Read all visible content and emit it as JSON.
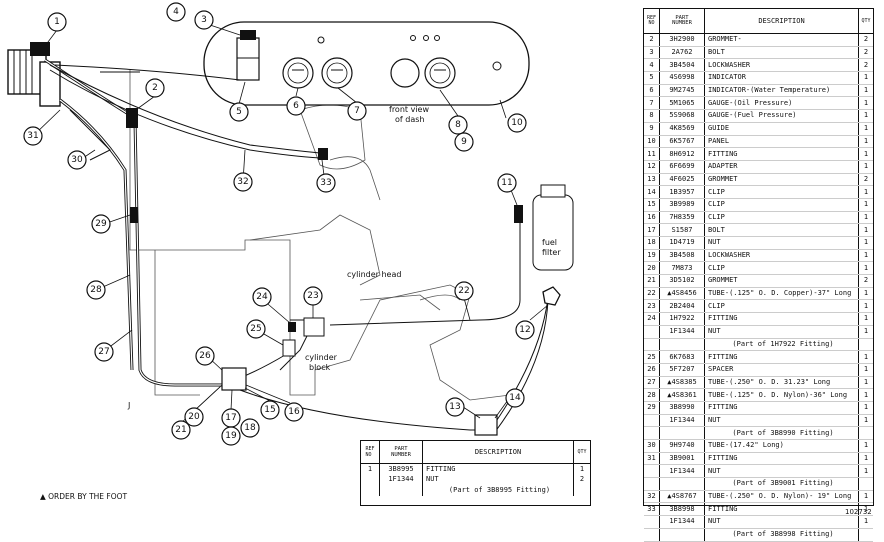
{
  "callouts": [
    "1",
    "2",
    "3",
    "4",
    "5",
    "6",
    "7",
    "8",
    "9",
    "10",
    "11",
    "12",
    "13",
    "14",
    "15",
    "16",
    "17",
    "18",
    "19",
    "20",
    "21",
    "22",
    "23",
    "24",
    "25",
    "26",
    "27",
    "28",
    "29",
    "30",
    "31",
    "32",
    "33"
  ],
  "labels": {
    "dash_view": "front view\nof dash",
    "fuel_filter": "fuel\nfilter",
    "cylinder_head": "cylinder head",
    "cylinder_block": "cylinder\nblock",
    "j": "J"
  },
  "footnote": "▲ ORDER BY THE FOOT",
  "drawing_number": "102732",
  "parts_table": {
    "headers": {
      "ref_no": "REF\nNO",
      "part_number": "PART\nNUMBER",
      "description": "DESCRIPTION",
      "qty": "QTY"
    },
    "rows": [
      {
        "ref": "2",
        "part": "3H2900",
        "desc": "GROMMET-",
        "qty": "2"
      },
      {
        "ref": "3",
        "part": "2A762",
        "desc": "BOLT",
        "qty": "2"
      },
      {
        "ref": "4",
        "part": "3B4504",
        "desc": "LOCKWASHER",
        "qty": "2"
      },
      {
        "ref": "5",
        "part": "4S6998",
        "desc": "INDICATOR",
        "qty": "1"
      },
      {
        "ref": "6",
        "part": "9M2745",
        "desc": "INDICATOR-(Water Temperature)",
        "qty": "1"
      },
      {
        "ref": "7",
        "part": "5M1065",
        "desc": "GAUGE-(Oil Pressure)",
        "qty": "1"
      },
      {
        "ref": "8",
        "part": "5S9068",
        "desc": "GAUGE-(Fuel Pressure)",
        "qty": "1"
      },
      {
        "ref": "9",
        "part": "4K8569",
        "desc": "GUIDE",
        "qty": "1"
      },
      {
        "ref": "10",
        "part": "6K5767",
        "desc": "PANEL",
        "qty": "1"
      },
      {
        "ref": "11",
        "part": "8H6912",
        "desc": "FITTING",
        "qty": "1"
      },
      {
        "ref": "12",
        "part": "6F6699",
        "desc": "ADAPTER",
        "qty": "1"
      },
      {
        "ref": "13",
        "part": "4F6025",
        "desc": "GROMMET",
        "qty": "2"
      },
      {
        "ref": "14",
        "part": "1B3957",
        "desc": "CLIP",
        "qty": "1"
      },
      {
        "ref": "15",
        "part": "3B9989",
        "desc": "CLIP",
        "qty": "1"
      },
      {
        "ref": "16",
        "part": "7H8359",
        "desc": "CLIP",
        "qty": "1"
      },
      {
        "ref": "17",
        "part": "S1587",
        "desc": "BOLT",
        "qty": "1"
      },
      {
        "ref": "18",
        "part": "1D4719",
        "desc": "NUT",
        "qty": "1"
      },
      {
        "ref": "19",
        "part": "3B4508",
        "desc": "LOCKWASHER",
        "qty": "1"
      },
      {
        "ref": "20",
        "part": "7M873",
        "desc": "CLIP",
        "qty": "1"
      },
      {
        "ref": "21",
        "part": "3D5102",
        "desc": "GROMMET",
        "qty": "2"
      },
      {
        "ref": "22",
        "part": "▲4S8456",
        "desc": "TUBE-(.125\" O. D. Copper)-37\" Long",
        "qty": "1"
      },
      {
        "ref": "23",
        "part": "2B2404",
        "desc": "CLIP",
        "qty": "1"
      },
      {
        "ref": "24",
        "part": "1H7922",
        "desc": "FITTING",
        "qty": "1"
      },
      {
        "ref": "",
        "part": "1F1344",
        "desc": "NUT",
        "qty": "1"
      },
      {
        "ref": "",
        "part": "",
        "desc": "(Part of 1H7922 Fitting)",
        "qty": "",
        "sub": true
      },
      {
        "ref": "25",
        "part": "6K7683",
        "desc": "FITTING",
        "qty": "1"
      },
      {
        "ref": "26",
        "part": "5F7207",
        "desc": "SPACER",
        "qty": "1"
      },
      {
        "ref": "27",
        "part": "▲4S8385",
        "desc": "TUBE-(.250\" O. D. 31.23\" Long",
        "qty": "1"
      },
      {
        "ref": "28",
        "part": "▲4S8361",
        "desc": "TUBE-(.125\" O. D. Nylon)-36\" Long",
        "qty": "1"
      },
      {
        "ref": "29",
        "part": "3B8990",
        "desc": "FITTING",
        "qty": "1"
      },
      {
        "ref": "",
        "part": "1F1344",
        "desc": "NUT",
        "qty": "1"
      },
      {
        "ref": "",
        "part": "",
        "desc": "(Part of 3B8990 Fitting)",
        "qty": "",
        "sub": true
      },
      {
        "ref": "30",
        "part": "9H9740",
        "desc": "TUBE-(17.42\" Long)",
        "qty": "1"
      },
      {
        "ref": "31",
        "part": "3B9001",
        "desc": "FITTING",
        "qty": "1"
      },
      {
        "ref": "",
        "part": "1F1344",
        "desc": "NUT",
        "qty": "1"
      },
      {
        "ref": "",
        "part": "",
        "desc": "(Part of 3B9001 Fitting)",
        "qty": "",
        "sub": true
      },
      {
        "ref": "32",
        "part": "▲4S8767",
        "desc": "TUBE-(.250\" O. D. Nylon)- 19\" Long",
        "qty": "1"
      },
      {
        "ref": "33",
        "part": "3B8998",
        "desc": "FITTING",
        "qty": "1"
      },
      {
        "ref": "",
        "part": "1F1344",
        "desc": "NUT",
        "qty": "1"
      },
      {
        "ref": "",
        "part": "",
        "desc": "(Part of 3B8998 Fitting)",
        "qty": "",
        "sub": true
      }
    ]
  },
  "bottom_table": {
    "headers": {
      "ref_no": "REF\nNO",
      "part_number": "PART\nNUMBER",
      "description": "DESCRIPTION",
      "qty": "QTY"
    },
    "rows": [
      {
        "ref": "1",
        "part": "3B8995",
        "desc": "FITTING",
        "qty": "1"
      },
      {
        "ref": "",
        "part": "1F1344",
        "desc": "NUT",
        "qty": "2"
      },
      {
        "ref": "",
        "part": "",
        "desc": "(Part of 3B8995 Fitting)",
        "qty": "",
        "sub": true
      }
    ]
  }
}
